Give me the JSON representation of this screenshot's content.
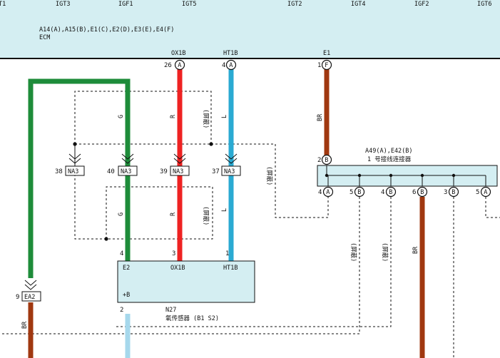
{
  "ecm": {
    "top_labels": [
      "T1",
      "IGT3",
      "IGF1",
      "IGT5",
      "IGT2",
      "IGT4",
      "IGF2",
      "IGT6"
    ],
    "connectors": "A14(A),A15(B),E1(C),E2(D),E3(E),E4(F)",
    "name": "ECM",
    "pins": [
      {
        "signal": "OX1B",
        "num": "26",
        "letter": "A"
      },
      {
        "signal": "HT1B",
        "num": "4",
        "letter": "A"
      },
      {
        "signal": "E1",
        "num": "1",
        "letter": "F"
      }
    ]
  },
  "wire_codes": {
    "g_upper": "G",
    "r_upper": "R",
    "l_upper": "L",
    "br_e1": "BR",
    "g_lower": "G",
    "r_lower": "R",
    "l_lower": "L",
    "br_right": "BR",
    "br_left": "BR"
  },
  "shield_label": "(屏蔽)",
  "shield_labels": {
    "upper": "(屏蔽)",
    "right": "(屏蔽)",
    "lower": "(屏蔽)",
    "drop1": "(屏蔽)",
    "drop2": "(屏蔽)"
  },
  "na3_connectors": [
    {
      "num": "38",
      "label": "NA3"
    },
    {
      "num": "40",
      "label": "NA3"
    },
    {
      "num": "39",
      "label": "NA3"
    },
    {
      "num": "37",
      "label": "NA3"
    }
  ],
  "ea2_connector": {
    "num": "9",
    "label": "EA2"
  },
  "junction": {
    "title": "A49(A),E42(B)",
    "name": "1 号接线连接器",
    "input_pin": {
      "num": "2",
      "letter": "B"
    },
    "output_pins": [
      {
        "num": "4",
        "letter": "A"
      },
      {
        "num": "5",
        "letter": "B"
      },
      {
        "num": "4",
        "letter": "B"
      },
      {
        "num": "6",
        "letter": "B"
      },
      {
        "num": "3",
        "letter": "B"
      },
      {
        "num": "5",
        "letter": "A"
      }
    ]
  },
  "sensor": {
    "code": "N27",
    "name": "氧传感器 (B1 S2)",
    "pins": [
      {
        "num": "4",
        "label": "E2"
      },
      {
        "num": "3",
        "label": "OX1B"
      },
      {
        "num": "1",
        "label": "HT1B"
      }
    ],
    "plus_b": {
      "num": "2",
      "label": "+B"
    }
  },
  "colors": {
    "green": "#1e8c3a",
    "red": "#ee2222",
    "blue": "#2aaad2",
    "brown": "#a03810",
    "light_blue": "#a6d8ec",
    "box_fill": "#d4eef2"
  }
}
